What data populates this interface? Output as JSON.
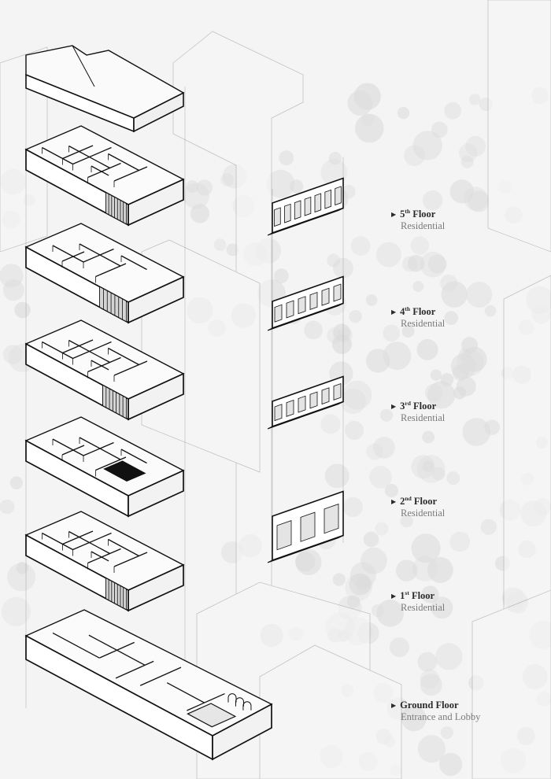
{
  "floors": [
    {
      "num": "5",
      "sup": "th",
      "word": "Floor",
      "use": "Residential"
    },
    {
      "num": "4",
      "sup": "th",
      "word": "Floor",
      "use": "Residential"
    },
    {
      "num": "3",
      "sup": "rd",
      "word": "Floor",
      "use": "Residential"
    },
    {
      "num": "2",
      "sup": "nd",
      "word": "Floor",
      "use": "Residential"
    },
    {
      "num": "1",
      "sup": "st",
      "word": "Floor",
      "use": "Residential"
    },
    {
      "num": "Ground",
      "sup": "",
      "word": "Floor",
      "use": "Entrance and Lobby"
    }
  ],
  "colors": {
    "ink": "#111111",
    "background": "#f4f4f4",
    "tree": "#dcdcdc",
    "context": "#9a9a9a",
    "label_title": "#2b2b2b",
    "label_sub": "#7a7a7a"
  },
  "icons": {
    "bullet": "triangle-right-icon"
  }
}
